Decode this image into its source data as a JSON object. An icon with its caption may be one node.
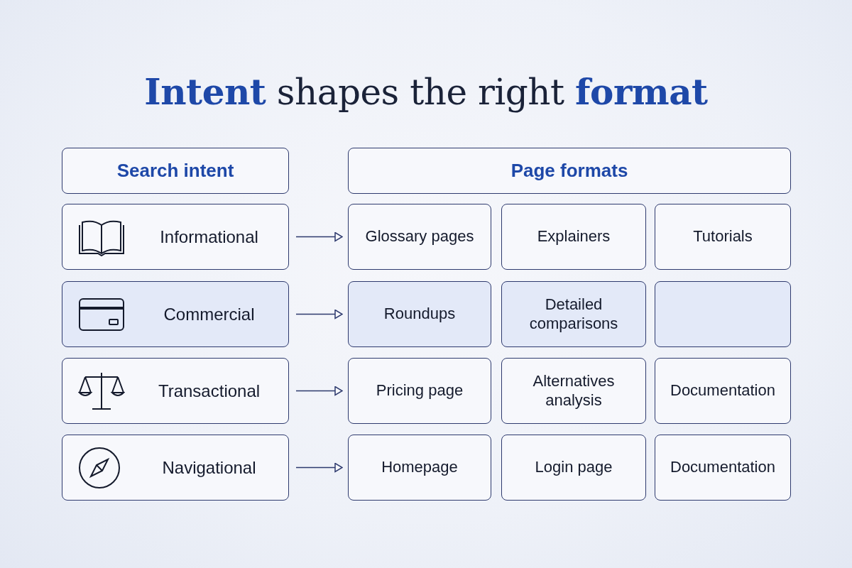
{
  "diagram": {
    "title": "**Intent** shapes the right **format**",
    "nodes": [
      {
        "text": [
          "Search intent"
        ]
      },
      {
        "text": [
          "Page formats"
        ]
      },
      {
        "text": [
          "Informational"
        ]
      },
      {
        "text": [
          "Glossary pages"
        ]
      },
      {
        "text": [
          "Explainers"
        ]
      },
      {
        "text": [
          "Tutorials"
        ]
      },
      {
        "text": [
          "Commercial"
        ]
      },
      {
        "text": [
          "Roundups"
        ]
      },
      {
        "text": [
          "Detailed comparisons"
        ]
      },
      {
        "text": [],
        "shape": "box"
      },
      {
        "text": [
          "Transactional"
        ]
      },
      {
        "text": [
          "Pricing page"
        ]
      },
      {
        "text": [
          "Alternatives analysis"
        ]
      },
      {
        "text": [
          "Documentation"
        ]
      },
      {
        "text": [
          "Navigational"
        ]
      },
      {
        "text": [
          "Homepage"
        ]
      },
      {
        "text": [
          "Login page"
        ]
      },
      {
        "text": [
          "Documentation"
        ]
      }
    ],
    "edges": [
      {
        "from": 2,
        "to": 3,
        "arrow": "to"
      },
      {
        "from": 6,
        "to": 7,
        "arrow": "to"
      },
      {
        "from": 10,
        "to": 11,
        "arrow": "to"
      },
      {
        "from": 14,
        "to": 15,
        "arrow": "to"
      }
    ]
  }
}
